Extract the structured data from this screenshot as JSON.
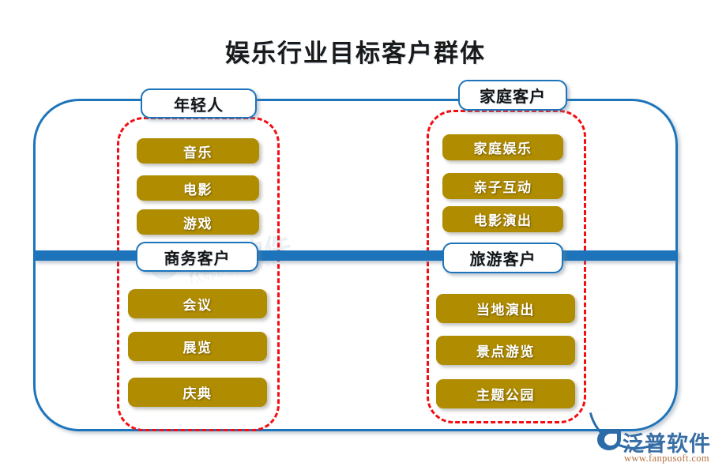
{
  "diagram": {
    "title": "娱乐行业目标客户群体",
    "colors": {
      "frame_blue": "#1d74bb",
      "group_red": "#f40d12",
      "item_gold": "#b08c00",
      "header_text": "#141414",
      "item_text": "#ffffff",
      "logo_blue": "#3a6fa5",
      "logo_url": "#b4703c"
    },
    "groups": [
      {
        "key": "youth",
        "header": "年轻人",
        "items": [
          "音乐",
          "电影",
          "游戏"
        ]
      },
      {
        "key": "family",
        "header": "家庭客户",
        "items": [
          "家庭娱乐",
          "亲子互动",
          "电影演出"
        ]
      },
      {
        "key": "business",
        "header": "商务客户",
        "items": [
          "会议",
          "展览",
          "庆典"
        ]
      },
      {
        "key": "tourism",
        "header": "旅游客户",
        "items": [
          "当地演出",
          "景点游览",
          "主题公园"
        ]
      }
    ]
  },
  "watermark": {
    "text": "泛普软件",
    "subtext": "FANPU SOFTWARE"
  },
  "logo": {
    "name": "泛普软件",
    "url": "www.fanpusoft.com"
  }
}
